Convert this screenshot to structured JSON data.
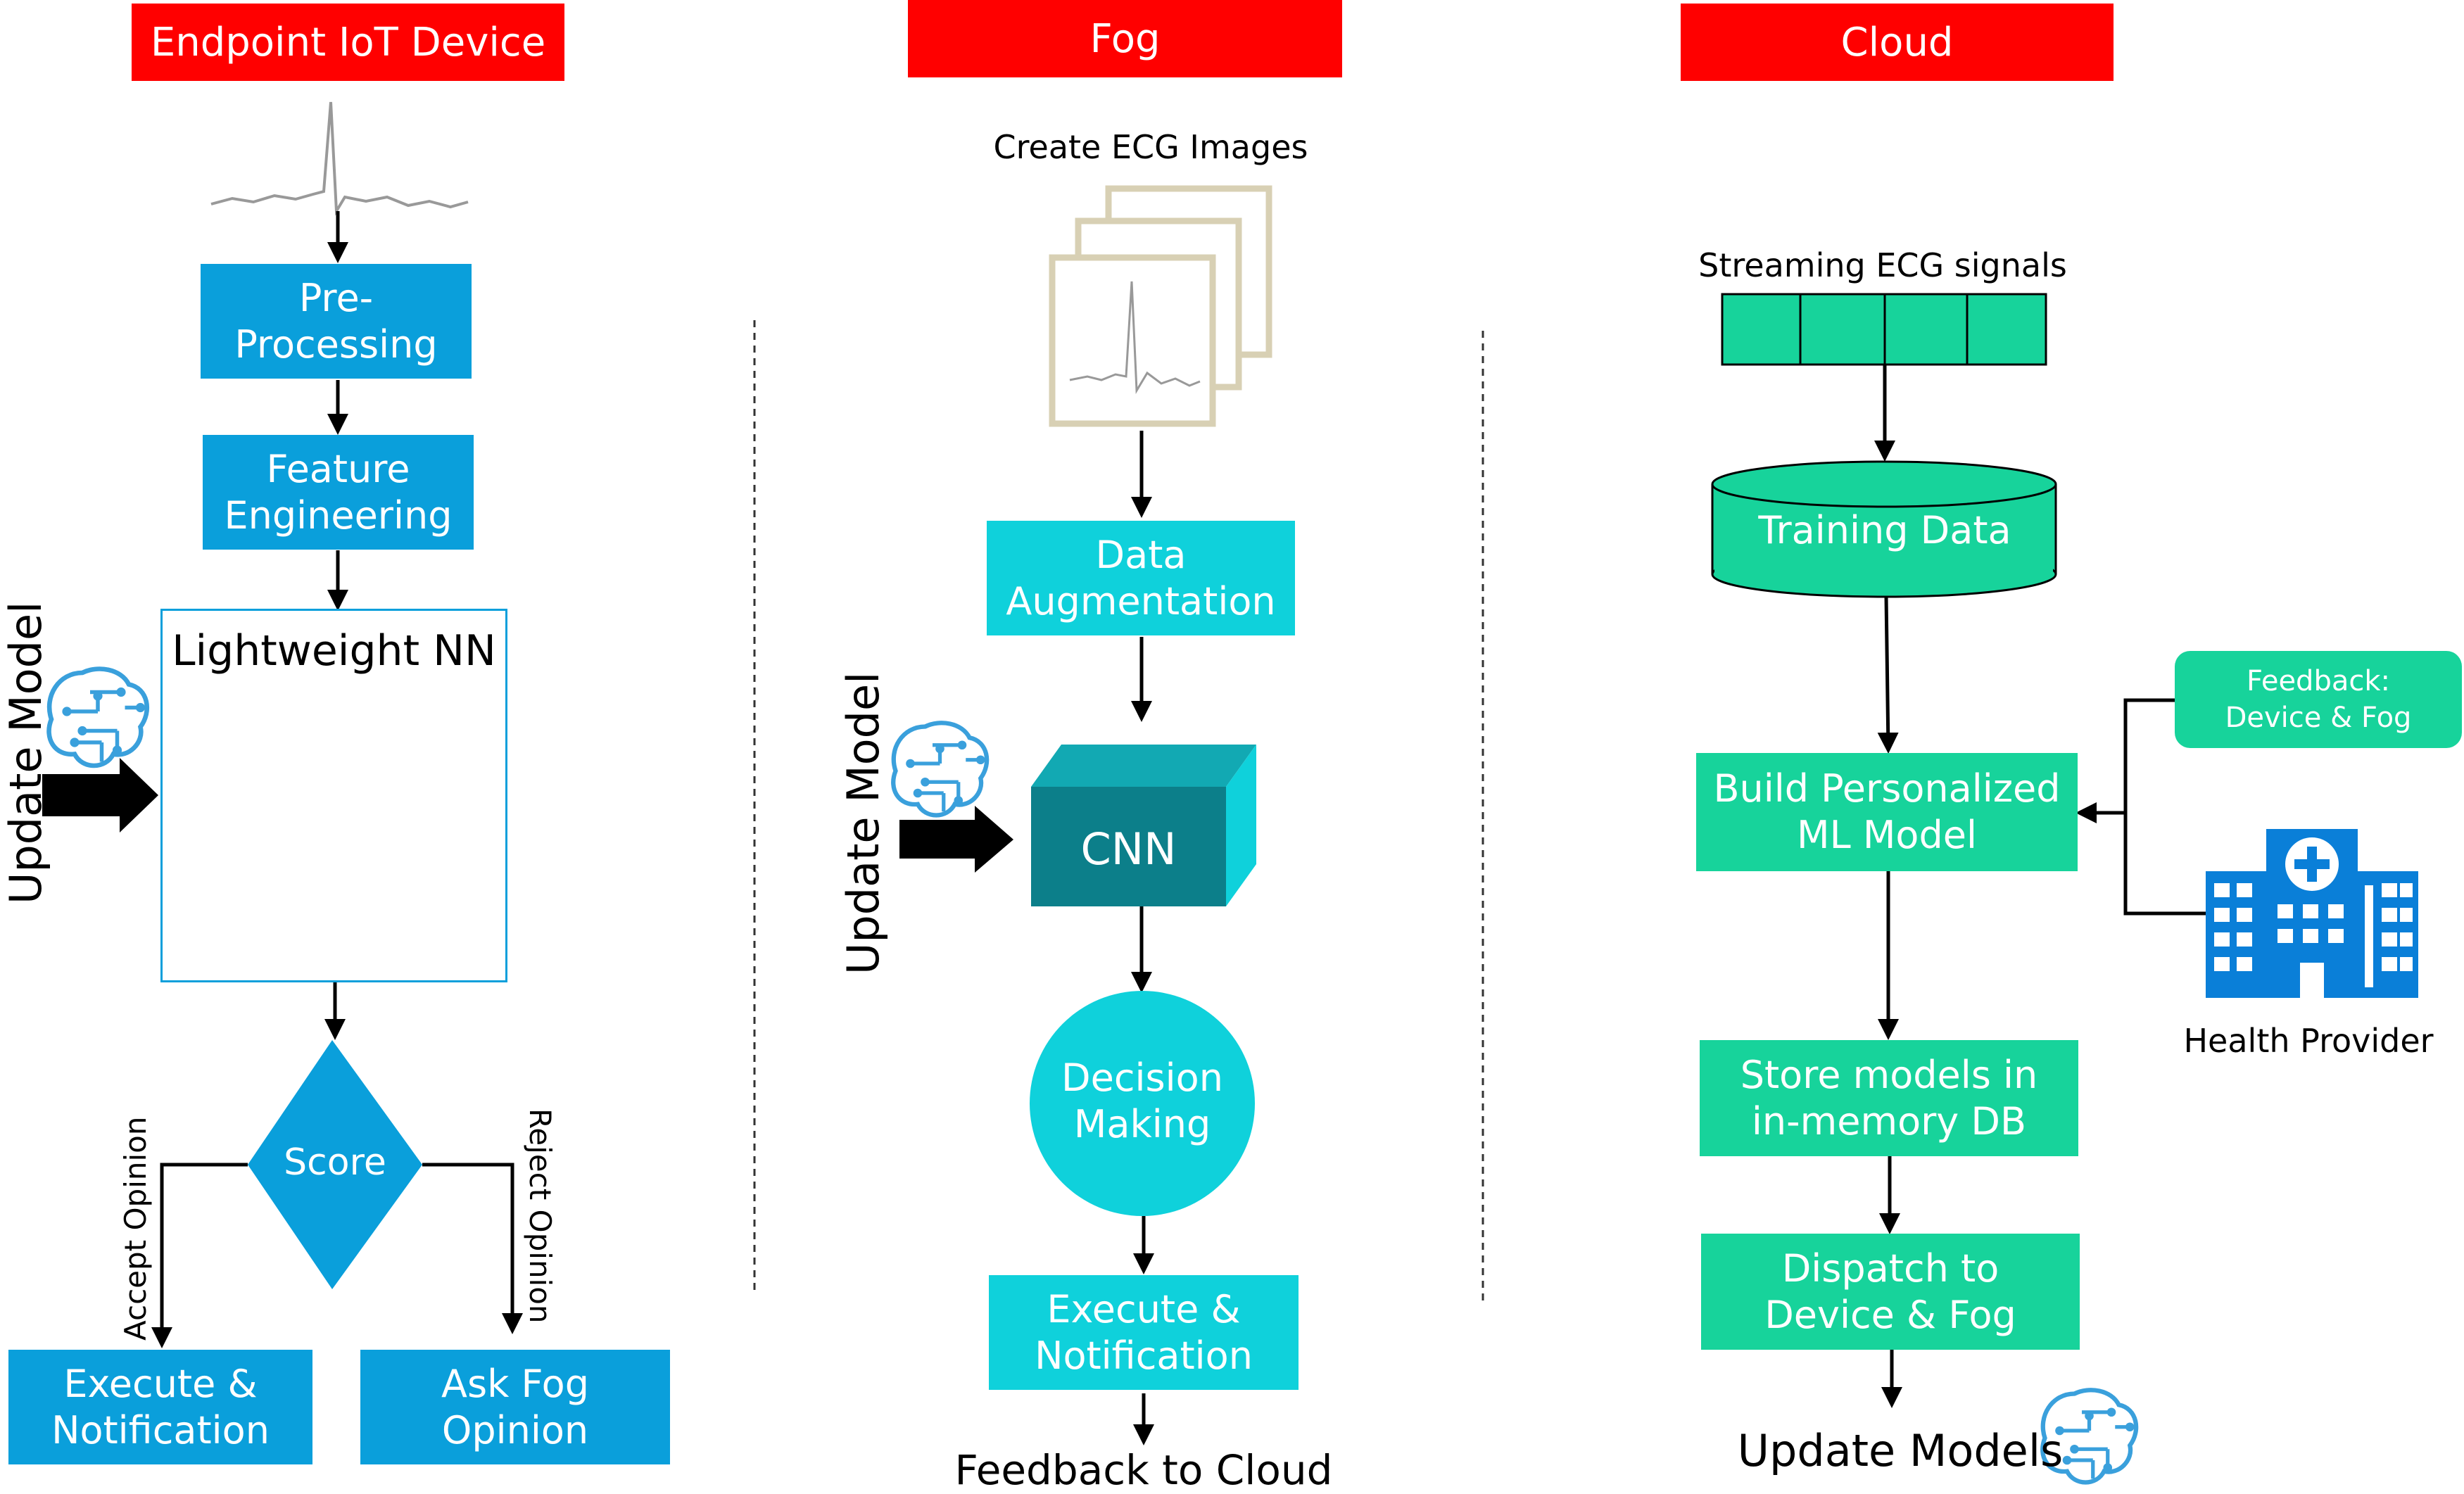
{
  "columns": {
    "endpoint": "Endpoint IoT Device",
    "fog": "Fog",
    "cloud": "Cloud"
  },
  "endpoint": {
    "pre_processing": "Pre-\nProcessing",
    "feature_engineering": "Feature\nEngineering",
    "nn_title": "Lightweight NN",
    "update_model": "Update Model",
    "score": "Score",
    "accept_opinion": "Accept Opinion",
    "reject_opinion": "Reject Opinion",
    "execute": "Execute &\nNotification",
    "ask_fog": "Ask Fog\nOpinion"
  },
  "fog": {
    "create_images": "Create ECG Images",
    "data_augmentation": "Data\nAugmentation",
    "update_model": "Update Model",
    "cnn": "CNN",
    "decision": "Decision\nMaking",
    "execute": "Execute &\nNotification",
    "feedback": "Feedback to Cloud"
  },
  "cloud": {
    "streaming": "Streaming ECG signals",
    "training": "Training Data",
    "feedback": "Feedback:\nDevice & Fog",
    "build_model": "Build Personalized\nML Model",
    "health_provider": "Health Provider",
    "store_models": "Store models in\nin-memory DB",
    "dispatch": "Dispatch to\nDevice & Fog",
    "update_models": "Update Models"
  },
  "colors": {
    "header": "#ff0000",
    "endpoint_box": "#0a9fdb",
    "fog_box": "#0fd1db",
    "cloud_box": "#17d39b",
    "cnn_front": "#0c7f8a"
  },
  "icons": [
    "ecg-waveform-icon",
    "brain-circuit-icon",
    "hospital-building-icon",
    "database-cylinder-icon",
    "image-stack-icon"
  ]
}
